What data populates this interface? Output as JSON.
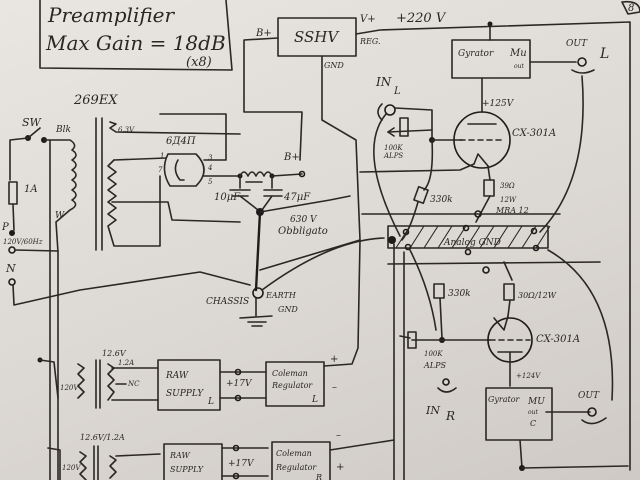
{
  "title_box": {
    "line1": "Preamplifier",
    "line2": "Max Gain = 18dB",
    "line3": "(x8)"
  },
  "page_number": "8",
  "regulator": {
    "label": "SSHV",
    "b_plus": "B+",
    "v_plus": "V+",
    "reg": "REG.",
    "gnd": "GND",
    "output_voltage": "+220 V"
  },
  "power_transformer": {
    "label": "269EX",
    "heater_tap": "6.3V",
    "primary_lead_black": "Blk",
    "primary_lead_white": "W"
  },
  "mains": {
    "switch": "SW",
    "fuse": "1A",
    "phase": "P",
    "neutral": "N",
    "voltage": "120V/60Hz"
  },
  "rectifier": {
    "tube": "6Д4П",
    "pin1": "1",
    "pin7": "7",
    "pin3": "3",
    "pin4": "4",
    "pin5": "5"
  },
  "filter": {
    "b_plus": "B+",
    "cap1": "10μF",
    "cap2": "47μF",
    "cap_rating": "630 V",
    "cap_brand": "Obbligato"
  },
  "ground": {
    "chassis": "CHASSIS",
    "earth": "EARTH",
    "gnd": "GND",
    "analog_gnd": "Analog GND"
  },
  "left_channel": {
    "input": "IN",
    "input_side": "L",
    "pot": "100K",
    "pot_brand": "ALPS",
    "grid_resistor": "330k",
    "tube": "CX-301A",
    "plate_voltage": "+125V",
    "cathode_resistor": "39Ω",
    "cathode_resistor_rating": "12W",
    "cathode_resistor_type": "MRA 12",
    "gyrator": "Gyrator",
    "gyrator_mu": "Mu",
    "gyrator_out": "out",
    "output": "OUT",
    "output_side": "L"
  },
  "right_channel": {
    "input": "IN",
    "input_side": "R",
    "pot": "100K",
    "pot_brand": "ALPS",
    "grid_resistor": "330k",
    "cathode_resistor": "30Ω/12W",
    "tube": "CX-301A",
    "plate_voltage": "+124V",
    "gyrator": "Gyrator",
    "gyrator_mu": "MU",
    "gyrator_out": "out",
    "gyrator_note": "C",
    "output": "OUT"
  },
  "filament_supply_l": {
    "primary": "120V",
    "secondary": "12.6V",
    "current": "1.2A",
    "nc": "NC",
    "raw_line1": "RAW",
    "raw_line2": "SUPPLY",
    "raw_side": "L",
    "dc": "+17V",
    "reg_line1": "Coleman",
    "reg_line2": "Regulator",
    "reg_side": "L",
    "plus": "+",
    "minus": "–"
  },
  "filament_supply_r": {
    "primary": "120V",
    "secondary": "12.6V/1.2A",
    "raw_line1": "RAW",
    "raw_line2": "SUPPLY",
    "dc": "+17V",
    "reg_line1": "Coleman",
    "reg_line2": "Regulator",
    "reg_side": "R",
    "plus": "+",
    "minus": "–"
  }
}
